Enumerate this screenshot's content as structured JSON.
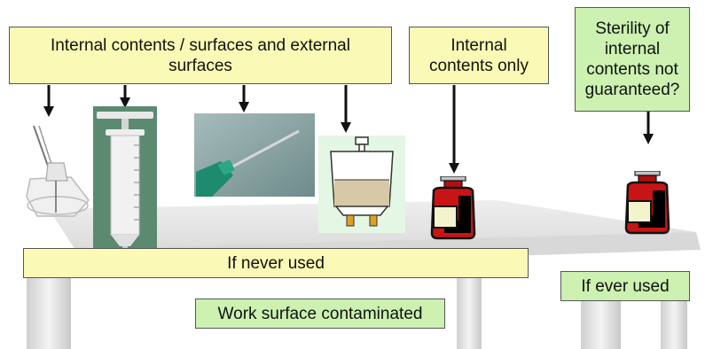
{
  "labels": {
    "contents_and_surfaces": "Internal contents / surfaces and external surfaces",
    "contents_only": "Internal contents only",
    "sterility": "Sterility of internal contents not guaranteed?",
    "if_never_used": "If never used",
    "if_ever_used": "If ever used",
    "work_surface": "Work surface contaminated"
  },
  "colors": {
    "yellow_box": "#fafab6",
    "green_box": "#ccf1b0",
    "vial_red": "#c81414",
    "table_gray": "#e6e6e6"
  },
  "icons": [
    "spike-icon",
    "syringe-icon",
    "needle-icon",
    "iv-bag-icon",
    "vial-icon"
  ]
}
